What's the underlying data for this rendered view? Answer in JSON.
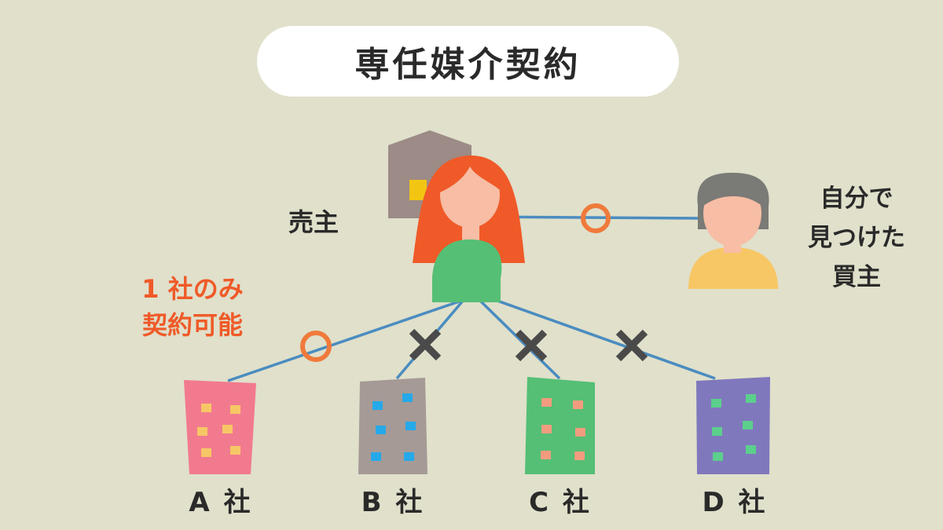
{
  "title": "専任媒介契約",
  "seller": {
    "label": "売主"
  },
  "buyer": {
    "label_lines": [
      "自分で",
      "見つけた",
      "買主"
    ]
  },
  "note": {
    "lines": [
      "1 社のみ",
      "契約可能"
    ]
  },
  "companies": [
    {
      "label": "A 社",
      "link": "circle"
    },
    {
      "label": "B 社",
      "link": "cross"
    },
    {
      "label": "C 社",
      "link": "cross"
    },
    {
      "label": "D 社",
      "link": "cross"
    }
  ],
  "buyer_link": "circle",
  "colors": {
    "background": "#e0e0cb",
    "line": "#4a8cc0",
    "circle_mark": "#ef7a3b",
    "cross_mark": "#4a4a4a",
    "note_text": "#ef5a28"
  },
  "icons": {
    "seller": "woman-avatar-icon",
    "house": "house-icon",
    "buyer": "man-avatar-icon",
    "company": "building-icon"
  }
}
